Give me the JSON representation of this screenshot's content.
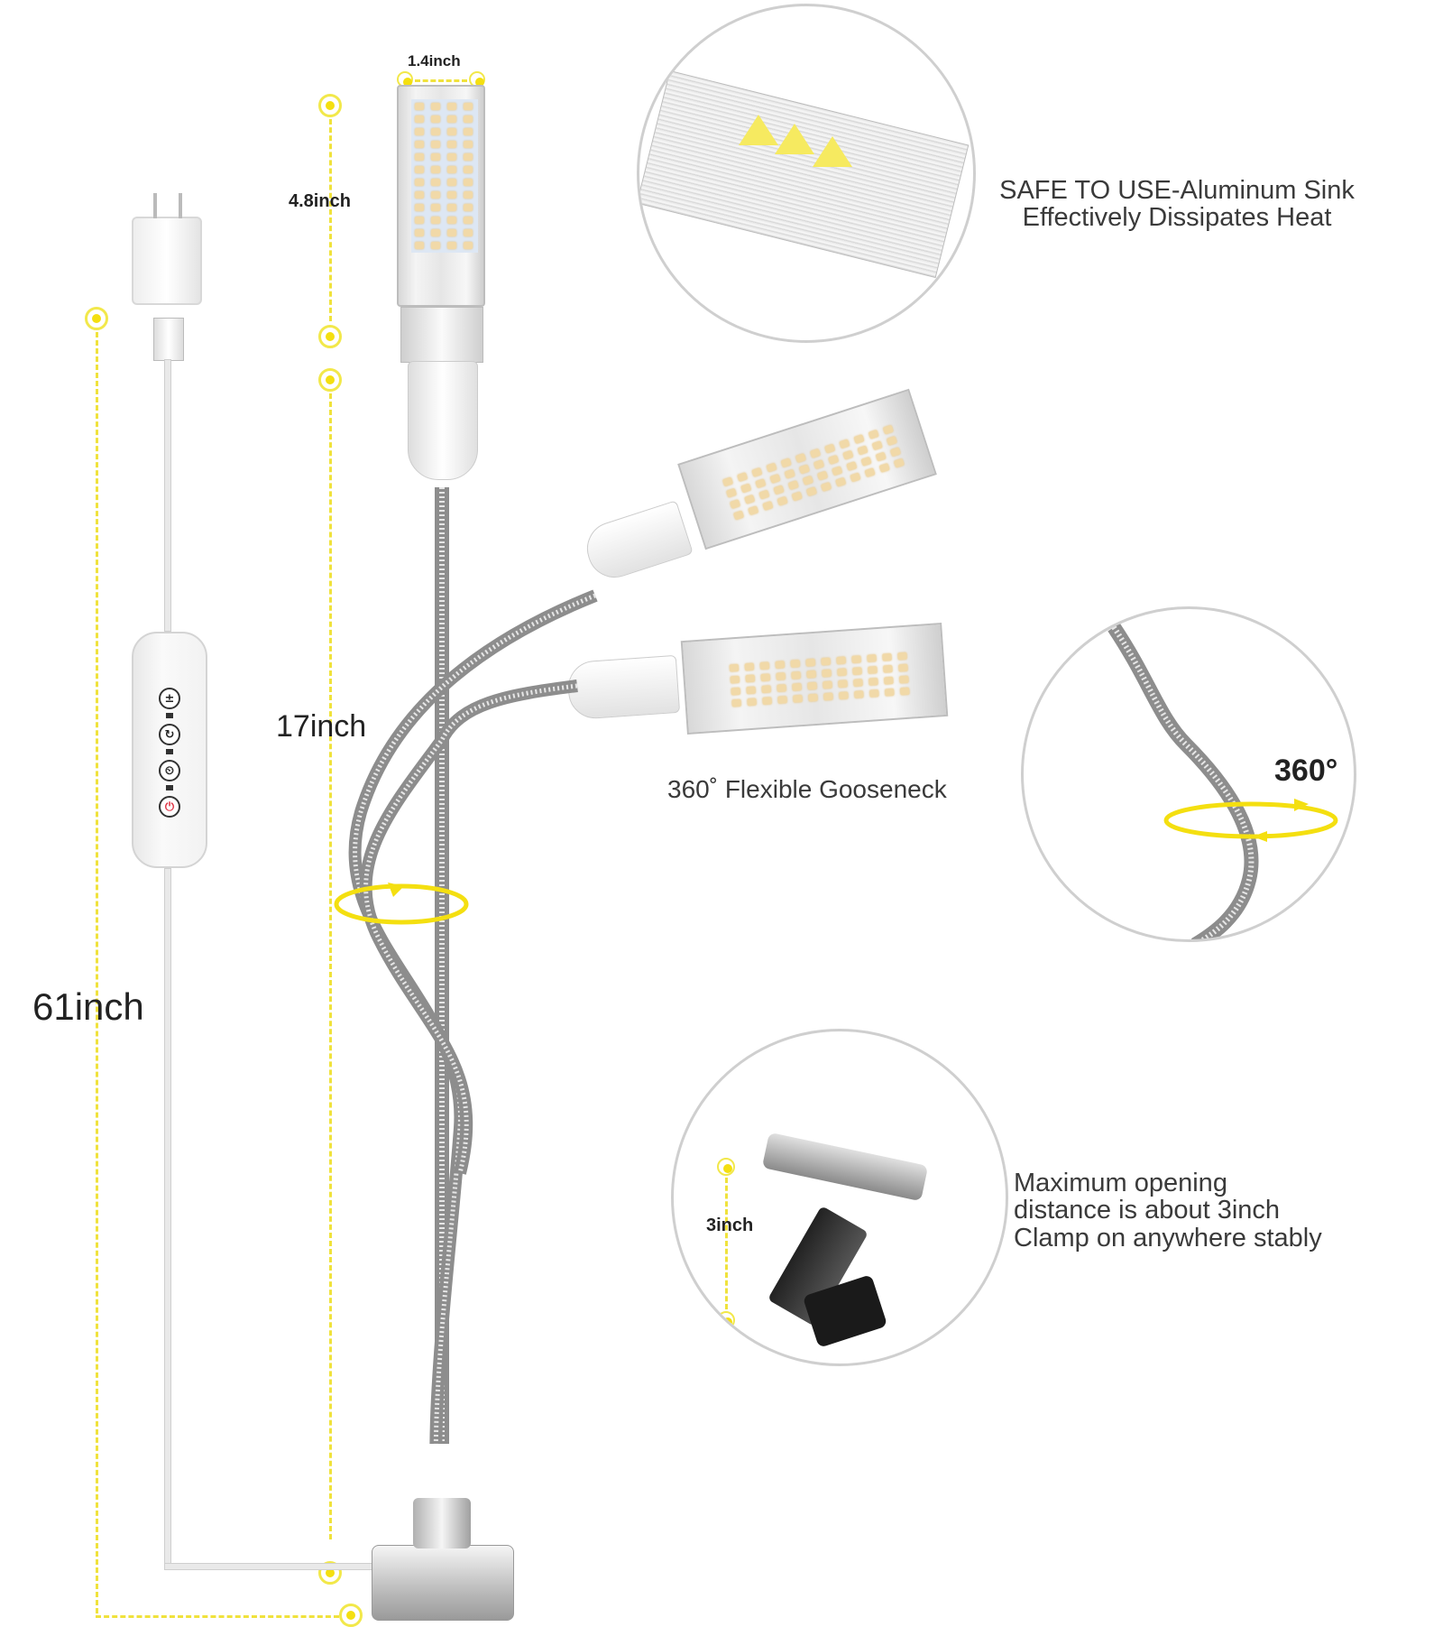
{
  "dimensions": {
    "head_width": "1.4inch",
    "head_length": "4.8inch",
    "gooseneck_length": "17inch",
    "cable_length": "61inch",
    "clamp_opening": "3inch"
  },
  "callouts": {
    "heat_sink": {
      "line1": "SAFE TO USE-Aluminum Sink",
      "line2": "Effectively Dissipates Heat"
    },
    "gooseneck": {
      "label": "360˚ Flexible Gooseneck",
      "badge": "360°"
    },
    "clamp": {
      "line1": "Maximum opening",
      "line2": "distance is about 3inch",
      "line3": "Clamp on anywhere stably"
    }
  },
  "remote": {
    "buttons": [
      {
        "icon": "plus-minus-icon",
        "glyph": "±"
      },
      {
        "icon": "color-cycle-icon",
        "glyph": "↻"
      },
      {
        "icon": "timer-icon",
        "glyph": "⏲"
      },
      {
        "icon": "power-icon",
        "glyph": "⏻"
      }
    ]
  },
  "colors": {
    "accent_yellow": "#f4df10",
    "dash_yellow": "#f0e23c",
    "power_red": "#e0394a",
    "text_dark": "#2b2b2b"
  }
}
